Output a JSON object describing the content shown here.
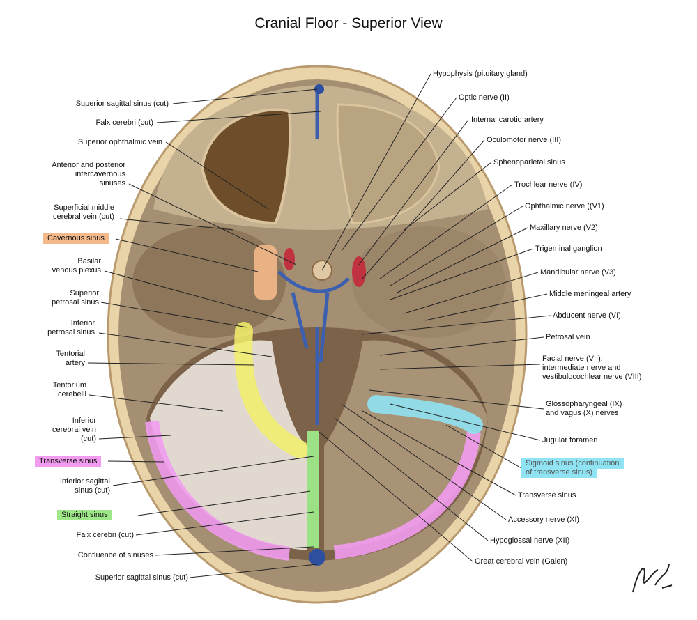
{
  "title": "Cranial Floor - Superior View",
  "colors": {
    "cavernous": "#f3b98a",
    "transverse": "#f29cf0",
    "straight": "#9ee88a",
    "sigmoid": "#8fe3f2",
    "tentorial": "#f2ef6a",
    "bone": "#e9d3a8",
    "floor": "#a58f72",
    "vein": "#3d5fb0"
  },
  "left_labels": [
    {
      "id": "sss-top",
      "text": "Superior sagittal sinus (cut)"
    },
    {
      "id": "falx-top",
      "text": "Falx cerebri (cut)"
    },
    {
      "id": "sup-ophth",
      "text": "Superior ophthalmic vein"
    },
    {
      "id": "intercav1",
      "text": "Anterior and posterior"
    },
    {
      "id": "intercav2",
      "text": "intercavernous"
    },
    {
      "id": "intercav3",
      "text": "sinuses"
    },
    {
      "id": "supmid1",
      "text": "Superficial middle"
    },
    {
      "id": "supmid2",
      "text": "cerebral vein (cut)"
    },
    {
      "id": "cavernous",
      "text": "Cavernous sinus"
    },
    {
      "id": "basilar1",
      "text": "Basilar"
    },
    {
      "id": "basilar2",
      "text": "venous plexus"
    },
    {
      "id": "suppet1",
      "text": "Superior"
    },
    {
      "id": "suppet2",
      "text": "petrosal sinus"
    },
    {
      "id": "infpet1",
      "text": "Inferior"
    },
    {
      "id": "infpet2",
      "text": "petrosal sinus"
    },
    {
      "id": "tent1",
      "text": "Tentorial"
    },
    {
      "id": "tent2",
      "text": "artery"
    },
    {
      "id": "tentc1",
      "text": "Tentorium"
    },
    {
      "id": "tentc2",
      "text": "cerebelli"
    },
    {
      "id": "infcv1",
      "text": "Inferior"
    },
    {
      "id": "infcv2",
      "text": "cerebral vein"
    },
    {
      "id": "infcv3",
      "text": "(cut)"
    },
    {
      "id": "transverse",
      "text": "Transverse sinus"
    },
    {
      "id": "infsag1",
      "text": "Inferior sagittal"
    },
    {
      "id": "infsag2",
      "text": "sinus (cut)"
    },
    {
      "id": "straight",
      "text": "Straight sinus"
    },
    {
      "id": "falx-bot",
      "text": "Falx cerebri (cut)"
    },
    {
      "id": "confluence",
      "text": "Confluence of sinuses"
    },
    {
      "id": "sss-bot",
      "text": "Superior sagittal sinus (cut)"
    }
  ],
  "right_labels": [
    {
      "id": "hypophysis",
      "text": "Hypophysis (pituitary gland)"
    },
    {
      "id": "optic",
      "text": "Optic nerve (II)"
    },
    {
      "id": "intcarotid",
      "text": "Internal carotid artery"
    },
    {
      "id": "oculomotor",
      "text": "Oculomotor nerve (III)"
    },
    {
      "id": "sphenopar",
      "text": "Sphenoparietal sinus"
    },
    {
      "id": "trochlear",
      "text": "Trochlear nerve (IV)"
    },
    {
      "id": "ophthalmic",
      "text": "Ophthalmic nerve ((V1)"
    },
    {
      "id": "maxillary",
      "text": "Maxillary nerve (V2)"
    },
    {
      "id": "trigeminal",
      "text": "Trigeminal ganglion"
    },
    {
      "id": "mandibular",
      "text": "Mandibular nerve (V3)"
    },
    {
      "id": "midmen",
      "text": "Middle meningeal artery"
    },
    {
      "id": "abducent",
      "text": "Abducent nerve (VI)"
    },
    {
      "id": "petrosalv",
      "text": "Petrosal vein"
    },
    {
      "id": "facial1",
      "text": "Facial nerve (VII),"
    },
    {
      "id": "facial2",
      "text": "intermediate nerve and"
    },
    {
      "id": "facial3",
      "text": "vestibulocochlear nerve (VIII)"
    },
    {
      "id": "glosso1",
      "text": "Glossopharyngeal (IX)"
    },
    {
      "id": "glosso2",
      "text": "and vagus (X) nerves"
    },
    {
      "id": "jugular",
      "text": "Jugular foramen"
    },
    {
      "id": "sigmoid1",
      "text": "Sigmoid sinus (continuation"
    },
    {
      "id": "sigmoid2",
      "text": "of transverse sinus)"
    },
    {
      "id": "transverse-r",
      "text": "Transverse sinus"
    },
    {
      "id": "accessory",
      "text": "Accessory nerve (XI)"
    },
    {
      "id": "hypoglossal",
      "text": "Hypoglossal nerve (XII)"
    },
    {
      "id": "galen",
      "text": "Great cerebral vein (Galen)"
    }
  ]
}
